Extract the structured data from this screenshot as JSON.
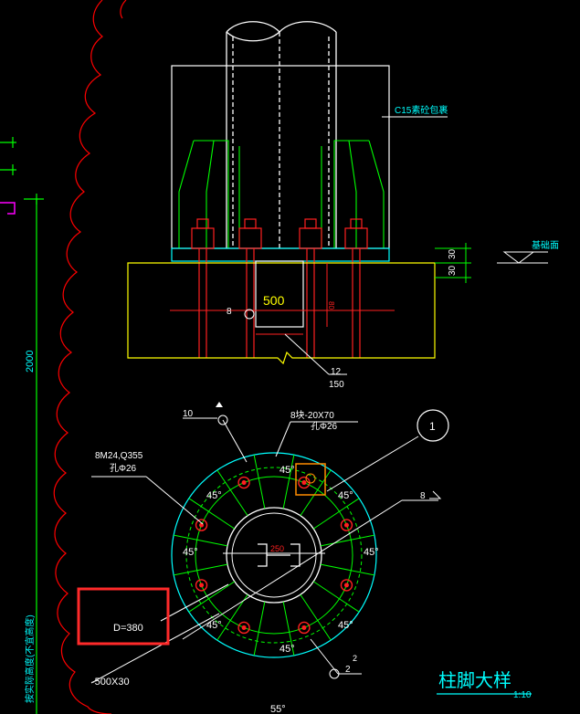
{
  "drawing": {
    "title": "柱脚大样",
    "scale": "1:10",
    "colors": {
      "background": "#000000",
      "outline": "#ffffff",
      "concrete": "#ffff00",
      "rebar": "#00ff00",
      "bolt": "#ff2020",
      "dimension": "#00ffff",
      "cloud": "#ff0000",
      "highlight": "#ff2a2a",
      "magenta": "#ff00ff",
      "orange": "#ff8c00",
      "title": "#00ffff"
    },
    "labels": {
      "c15": "C15素砼包裹",
      "foundation_top": "基础面",
      "dim_30_a": "30",
      "dim_30_b": "30",
      "dim_500": "500",
      "dim_2000": "2000",
      "dim_80": "80",
      "ref_8": "8",
      "rebar_12": "12",
      "rebar_150": "150",
      "ref_10": "10",
      "plate_spec": "8块-20X70",
      "plate_hole": "孔Φ26",
      "bolt_spec": "8M24,Q355",
      "bolt_hole": "孔Φ26",
      "callout_1": "1",
      "ref_8_right": "8",
      "dim_250": "250",
      "diameter": "D=380",
      "base_plate": "-500X30",
      "ref_2": "2",
      "ref_2_b": "2",
      "left_vertical_note": "按实际高度(不宜高度)",
      "bottom_note": "55°",
      "angles": [
        "45°",
        "45°",
        "45°",
        "45°",
        "45°",
        "45°",
        "45°",
        "45°"
      ]
    }
  }
}
